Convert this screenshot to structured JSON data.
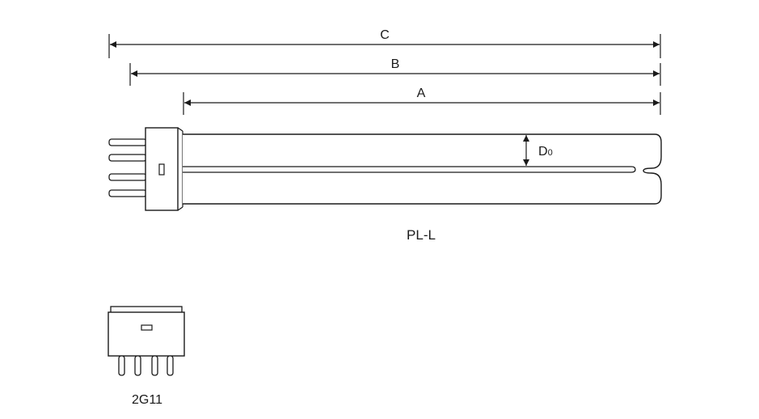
{
  "dimensions": {
    "c_label": "C",
    "b_label": "B",
    "a_label": "A",
    "d_label": "D",
    "d_subscript": "0"
  },
  "lamp": {
    "type_label": "PL-L"
  },
  "base": {
    "type_label": "2G11"
  },
  "colors": {
    "line": "#1a1a1a",
    "background": "#ffffff"
  }
}
